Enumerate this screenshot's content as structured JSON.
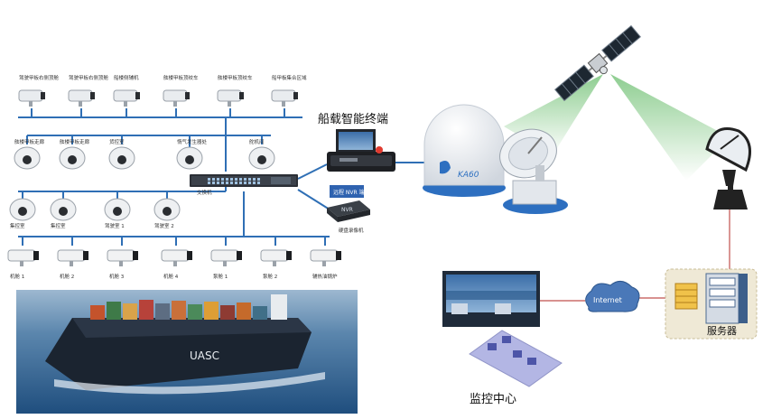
{
  "title": "",
  "terminal_label": "船载智能终端",
  "switch_label": "交换机",
  "nvr_label": "硬盘录像机",
  "nvr_brand": "NVR",
  "nvr_badge": "远程 NVR 端",
  "dome_brand": "KA60",
  "internet_label": "Internet",
  "server_label": "服务器",
  "monitor_label": "监控中心",
  "cameras_row1": [
    {
      "label": "驾驶甲板右侧顶舱"
    },
    {
      "label": "驾驶甲板右侧顶舱"
    },
    {
      "label": "船楼侧辅机"
    },
    {
      "label": "舷楼甲板顶绞车"
    },
    {
      "label": "舷楼甲板顶绞车"
    },
    {
      "label": "船甲板集合区域"
    }
  ],
  "cameras_row2": [
    {
      "label": "舷楼甲板走廊"
    },
    {
      "label": "舷楼甲板走廊"
    },
    {
      "label": "货控室"
    },
    {
      "label": "惰气发生器处"
    },
    {
      "label": "舵机间"
    }
  ],
  "cameras_row3": [
    {
      "label": "集控室"
    },
    {
      "label": "集控室"
    },
    {
      "label": "驾驶室 1"
    },
    {
      "label": "驾驶室 2"
    }
  ],
  "cameras_row4": [
    {
      "label": "机舱 1"
    },
    {
      "label": "机舱 2"
    },
    {
      "label": "机舱 3"
    },
    {
      "label": "机舱 4"
    },
    {
      "label": "泵舱 1"
    },
    {
      "label": "泵舱 2"
    },
    {
      "label": "辅热油锅炉"
    }
  ],
  "ship_text": "UASC",
  "colors": {
    "network_line": "#2f6fb5",
    "server_line": "#c0504d",
    "beam": "#79c47c",
    "dome": "#eef1f4",
    "cloud": "#4a78b8"
  }
}
